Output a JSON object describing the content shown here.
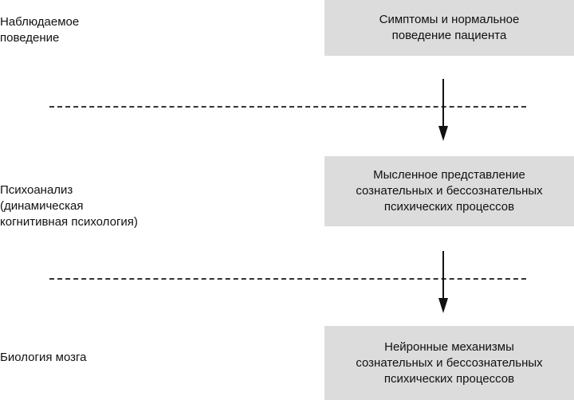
{
  "levels": [
    {
      "label": "Наблюдаемое\nповедение",
      "box_text": "Симптомы и нормальное\nповедение пациента"
    },
    {
      "label": "Психоанализ\n(динамическая\nкогнитивная психология)",
      "box_text": "Мысленное представление\nсознательных и бессознательных\nпсихических процессов"
    },
    {
      "label": "Биология мозга",
      "box_text": "Нейронные механизмы\nсознательных и бессознательных\nпсихических процессов"
    }
  ],
  "colors": {
    "box_fill": "#dcdcdc",
    "text": "#111111",
    "lines": "#333333"
  }
}
